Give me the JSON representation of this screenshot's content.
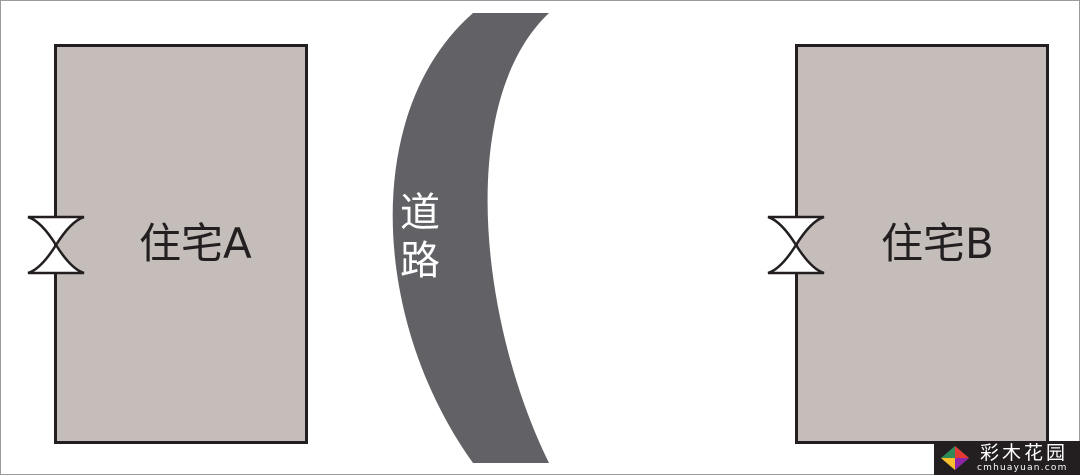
{
  "diagram": {
    "house_a": {
      "label": "住宅A"
    },
    "house_b": {
      "label": "住宅B"
    },
    "road": {
      "label_chars": [
        "道",
        "路"
      ]
    }
  },
  "watermark": {
    "title": "彩木花园",
    "url": "cmhuayuan.com"
  },
  "colors": {
    "house_fill": "#c5bdba",
    "outline": "#231f20",
    "road": "#626166",
    "background": "#ffffff"
  },
  "icons": [
    "door-icon",
    "door-icon",
    "watermark-logo-icon"
  ]
}
